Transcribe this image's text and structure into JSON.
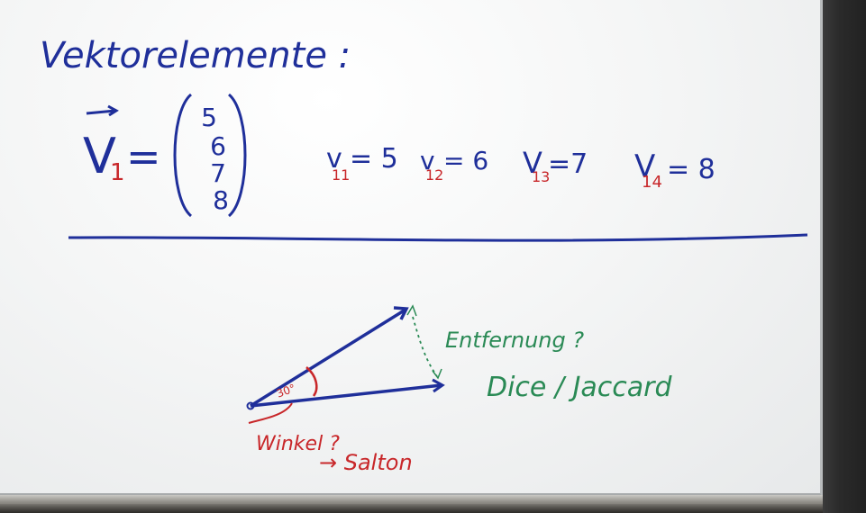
{
  "board": {
    "heading": "Vektorelemente :",
    "vector": {
      "symbol": "V",
      "index": "1",
      "equals": "=",
      "entries": [
        "5",
        "6",
        "7",
        "8"
      ]
    },
    "elements": [
      {
        "letter": "v",
        "index": "11",
        "rest": "= 5"
      },
      {
        "letter": "v",
        "index": "12",
        "rest": "= 6"
      },
      {
        "letter": "V",
        "index": "13",
        "rest": "=7"
      },
      {
        "letter": "V",
        "index": "14",
        "rest": "= 8"
      }
    ],
    "angle_label": "30°",
    "distance_question": "Entfernung ?",
    "distance_method": "Dice / Jaccard",
    "angle_question": "Winkel ?",
    "angle_method": "→ Salton"
  },
  "colors": {
    "blue": "#1f2f9a",
    "red": "#c8272a",
    "green": "#2a8a55",
    "board": "#f4f5f5"
  }
}
